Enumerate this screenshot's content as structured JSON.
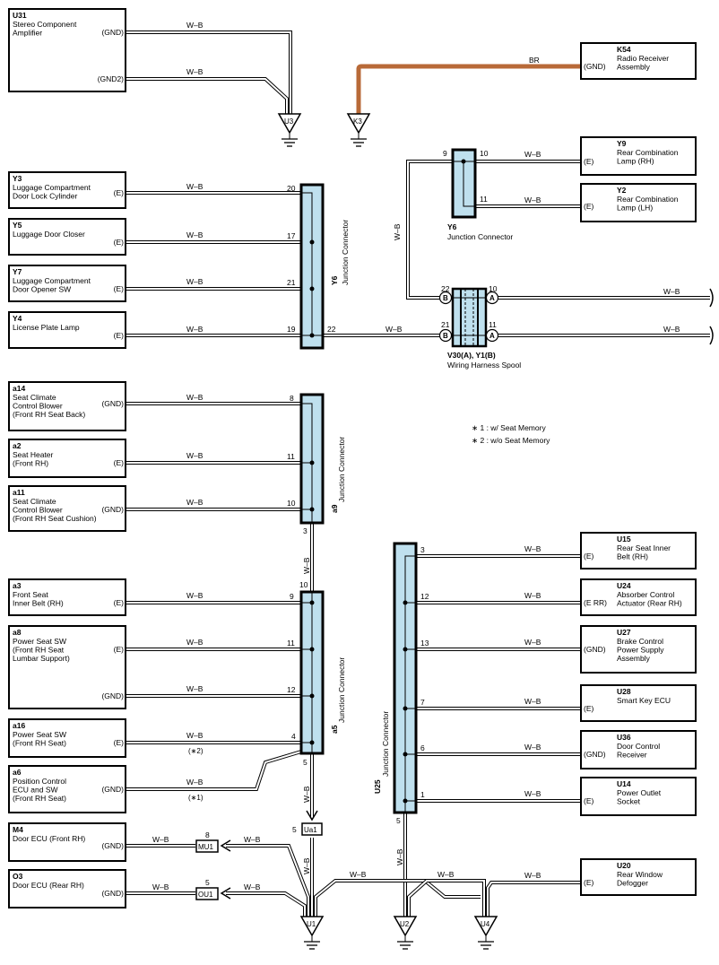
{
  "components": {
    "U31": {
      "code": "U31",
      "name": [
        "Stereo Component",
        "Amplifier"
      ],
      "pins": [
        "(GND)",
        "(GND2)"
      ]
    },
    "K54": {
      "code": "K54",
      "name": [
        "Radio Receiver",
        "Assembly"
      ],
      "pins": [
        "(GND)"
      ]
    },
    "Y9": {
      "code": "Y9",
      "name": [
        "Rear Combination",
        "Lamp (RH)"
      ],
      "pins": [
        "(E)"
      ]
    },
    "Y2": {
      "code": "Y2",
      "name": [
        "Rear Combination",
        "Lamp (LH)"
      ],
      "pins": [
        "(E)"
      ]
    },
    "Y3": {
      "code": "Y3",
      "name": [
        "Luggage Compartment",
        "Door Lock Cylinder"
      ],
      "pins": [
        "(E)"
      ]
    },
    "Y5": {
      "code": "Y5",
      "name": [
        "Luggage Door Closer"
      ],
      "pins": [
        "(E)"
      ]
    },
    "Y7": {
      "code": "Y7",
      "name": [
        "Luggage Compartment",
        "Door Opener SW"
      ],
      "pins": [
        "(E)"
      ]
    },
    "Y4": {
      "code": "Y4",
      "name": [
        "License Plate Lamp"
      ],
      "pins": [
        "(E)"
      ]
    },
    "a14": {
      "code": "a14",
      "name": [
        "Seat Climate",
        "Control Blower",
        "(Front RH Seat Back)"
      ],
      "pins": [
        "(GND)"
      ]
    },
    "a2": {
      "code": "a2",
      "name": [
        "Seat Heater",
        "(Front RH)"
      ],
      "pins": [
        "(E)"
      ]
    },
    "a11": {
      "code": "a11",
      "name": [
        "Seat Climate",
        "Control Blower",
        "(Front RH Seat Cushion)"
      ],
      "pins": [
        "(GND)"
      ]
    },
    "a3": {
      "code": "a3",
      "name": [
        "Front Seat",
        "Inner Belt (RH)"
      ],
      "pins": [
        "(E)"
      ]
    },
    "a8": {
      "code": "a8",
      "name": [
        "Power Seat SW",
        "(Front RH Seat",
        " Lumbar Support)"
      ],
      "pins": [
        "(E)",
        "(GND)"
      ]
    },
    "a16": {
      "code": "a16",
      "name": [
        "Power Seat SW",
        "(Front RH Seat)"
      ],
      "pins": [
        "(E)"
      ]
    },
    "a6": {
      "code": "a6",
      "name": [
        "Position Control",
        "ECU and SW",
        "(Front RH Seat)"
      ],
      "pins": [
        "(GND)"
      ]
    },
    "M4": {
      "code": "M4",
      "name": [
        "Door ECU (Front RH)"
      ],
      "pins": [
        "(GND)"
      ]
    },
    "O3": {
      "code": "O3",
      "name": [
        "Door ECU (Rear RH)"
      ],
      "pins": [
        "(GND)"
      ]
    },
    "U15": {
      "code": "U15",
      "name": [
        "Rear Seat Inner",
        "Belt (RH)"
      ],
      "pins": [
        "(E)"
      ]
    },
    "U24": {
      "code": "U24",
      "name": [
        "Absorber Control",
        "Actuator (Rear RH)"
      ],
      "pins": [
        "(E RR)"
      ]
    },
    "U27": {
      "code": "U27",
      "name": [
        "Brake Control",
        "Power Supply",
        "Assembly"
      ],
      "pins": [
        "(GND)"
      ]
    },
    "U28": {
      "code": "U28",
      "name": [
        "Smart Key ECU"
      ],
      "pins": [
        "(E)"
      ]
    },
    "U36": {
      "code": "U36",
      "name": [
        "Door Control",
        "Receiver"
      ],
      "pins": [
        "(GND)"
      ]
    },
    "U14": {
      "code": "U14",
      "name": [
        "Power Outlet",
        "Socket"
      ],
      "pins": [
        "(E)"
      ]
    },
    "U20": {
      "code": "U20",
      "name": [
        "Rear Window",
        "Defogger"
      ],
      "pins": [
        "(E)"
      ]
    }
  },
  "junction_connectors": {
    "Y6_main": {
      "code": "Y6",
      "name": "Junction Connector",
      "pins": [
        "20",
        "17",
        "21",
        "19",
        "22"
      ]
    },
    "Y6_top": {
      "code": "Y6",
      "name": "Junction Connector",
      "pins": [
        "9",
        "10",
        "11"
      ]
    },
    "a9": {
      "code": "a9",
      "name": "Junction Connector",
      "pins": [
        "8",
        "11",
        "10",
        "3"
      ]
    },
    "a5": {
      "code": "a5",
      "name": "Junction Connector",
      "pins": [
        "10",
        "9",
        "11",
        "12",
        "4",
        "5"
      ]
    },
    "U25": {
      "code": "U25",
      "name": "Junction Connector",
      "pins": [
        "3",
        "12",
        "13",
        "7",
        "6",
        "1",
        "5"
      ]
    }
  },
  "spool": {
    "code": "V30(A), Y1(B)",
    "name": "Wiring Harness Spool",
    "pins": [
      "22",
      "21",
      "10",
      "11"
    ],
    "markers": [
      "B",
      "B",
      "A",
      "A"
    ]
  },
  "grounds": [
    "U3",
    "K3",
    "U1",
    "U2",
    "U4"
  ],
  "inline_connectors": {
    "MU1": {
      "code": "MU1",
      "pin": "8"
    },
    "OU1": {
      "code": "OU1",
      "pin": "5"
    },
    "Ua1": {
      "code": "Ua1",
      "pin": "5"
    }
  },
  "wire_colors": {
    "wb": "W–B",
    "br": "BR"
  },
  "notes": [
    "∗ 1 : w/ Seat Memory",
    "∗ 2 : w/o Seat Memory"
  ],
  "note_refs": [
    "(∗2)",
    "(∗1)"
  ],
  "colors": {
    "junction_fill": "#bfe0ee",
    "brown_wire": "#b86a38"
  }
}
